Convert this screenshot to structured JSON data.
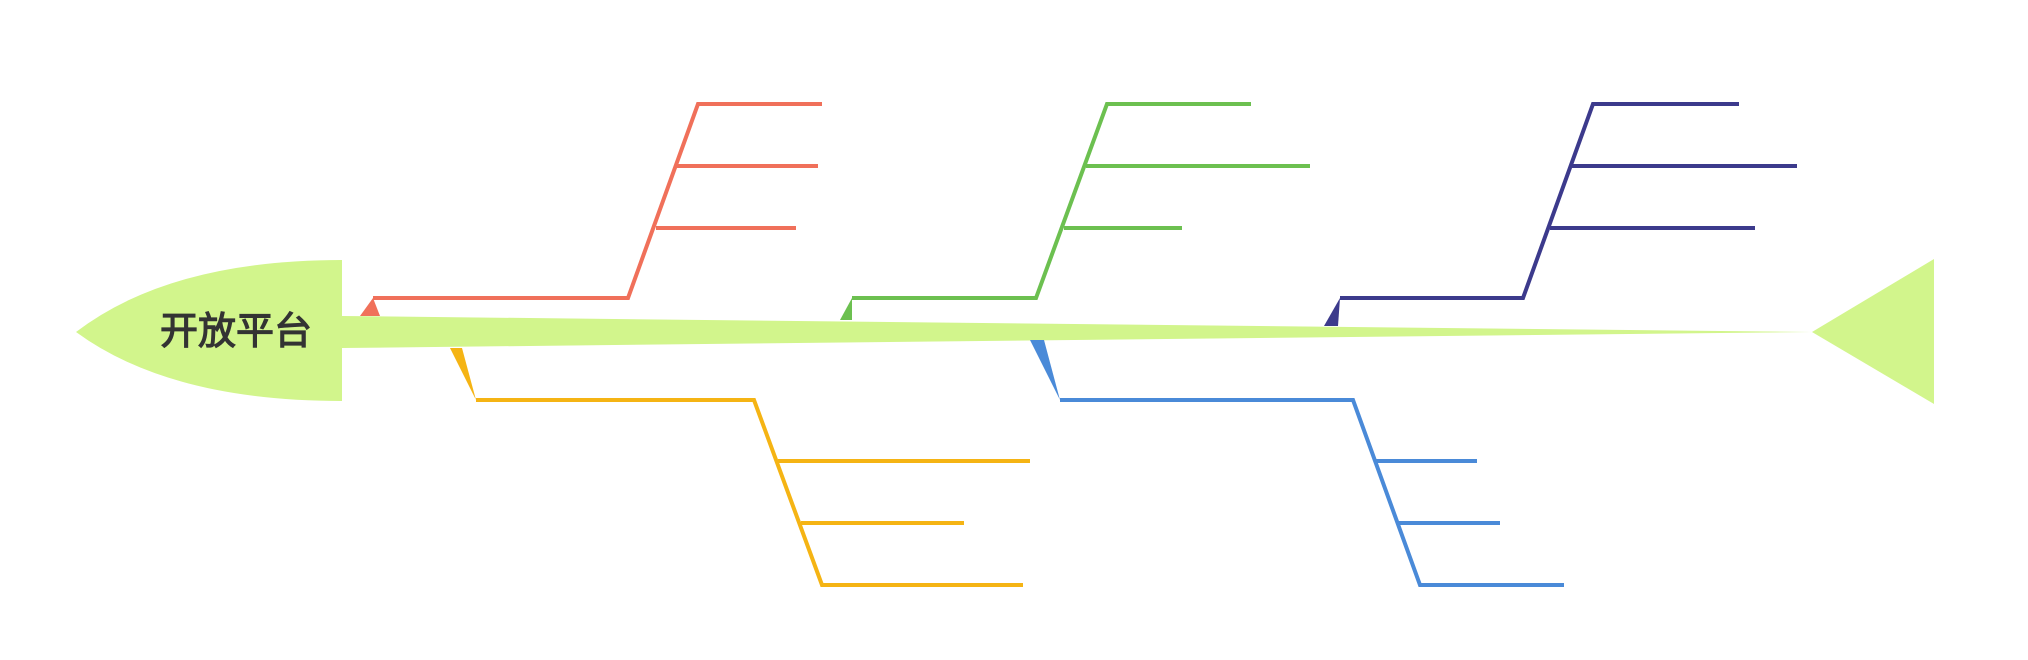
{
  "diagram": {
    "title": "开放平台",
    "colors": {
      "body": "#d2f58c",
      "text": "#333333",
      "branch_red": "#f0705a",
      "branch_yellow": "#f5b414",
      "branch_green": "#6cc050",
      "branch_blue": "#4a8ad8",
      "branch_purple": "#3c3a8c"
    },
    "branches": [
      {
        "name": "branch-red",
        "color_key": "branch_red",
        "side": "top",
        "leaf_count": 3,
        "label": ""
      },
      {
        "name": "branch-yellow",
        "color_key": "branch_yellow",
        "side": "bottom",
        "leaf_count": 3,
        "label": ""
      },
      {
        "name": "branch-green",
        "color_key": "branch_green",
        "side": "top",
        "leaf_count": 3,
        "label": ""
      },
      {
        "name": "branch-blue",
        "color_key": "branch_blue",
        "side": "bottom",
        "leaf_count": 3,
        "label": ""
      },
      {
        "name": "branch-purple",
        "color_key": "branch_purple",
        "side": "top",
        "leaf_count": 3,
        "label": ""
      }
    ]
  }
}
